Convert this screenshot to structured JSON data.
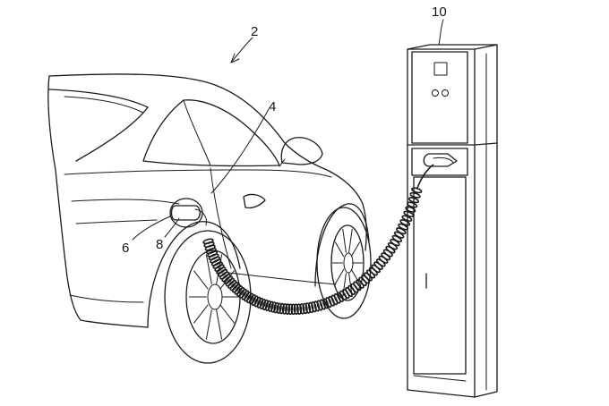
{
  "labels": {
    "vehicle": "2",
    "body_panel": "4",
    "charging_port": "6",
    "plug": "8",
    "charging_station": "10"
  },
  "colors": {
    "line": "#1a1a1a",
    "background": "#ffffff"
  }
}
